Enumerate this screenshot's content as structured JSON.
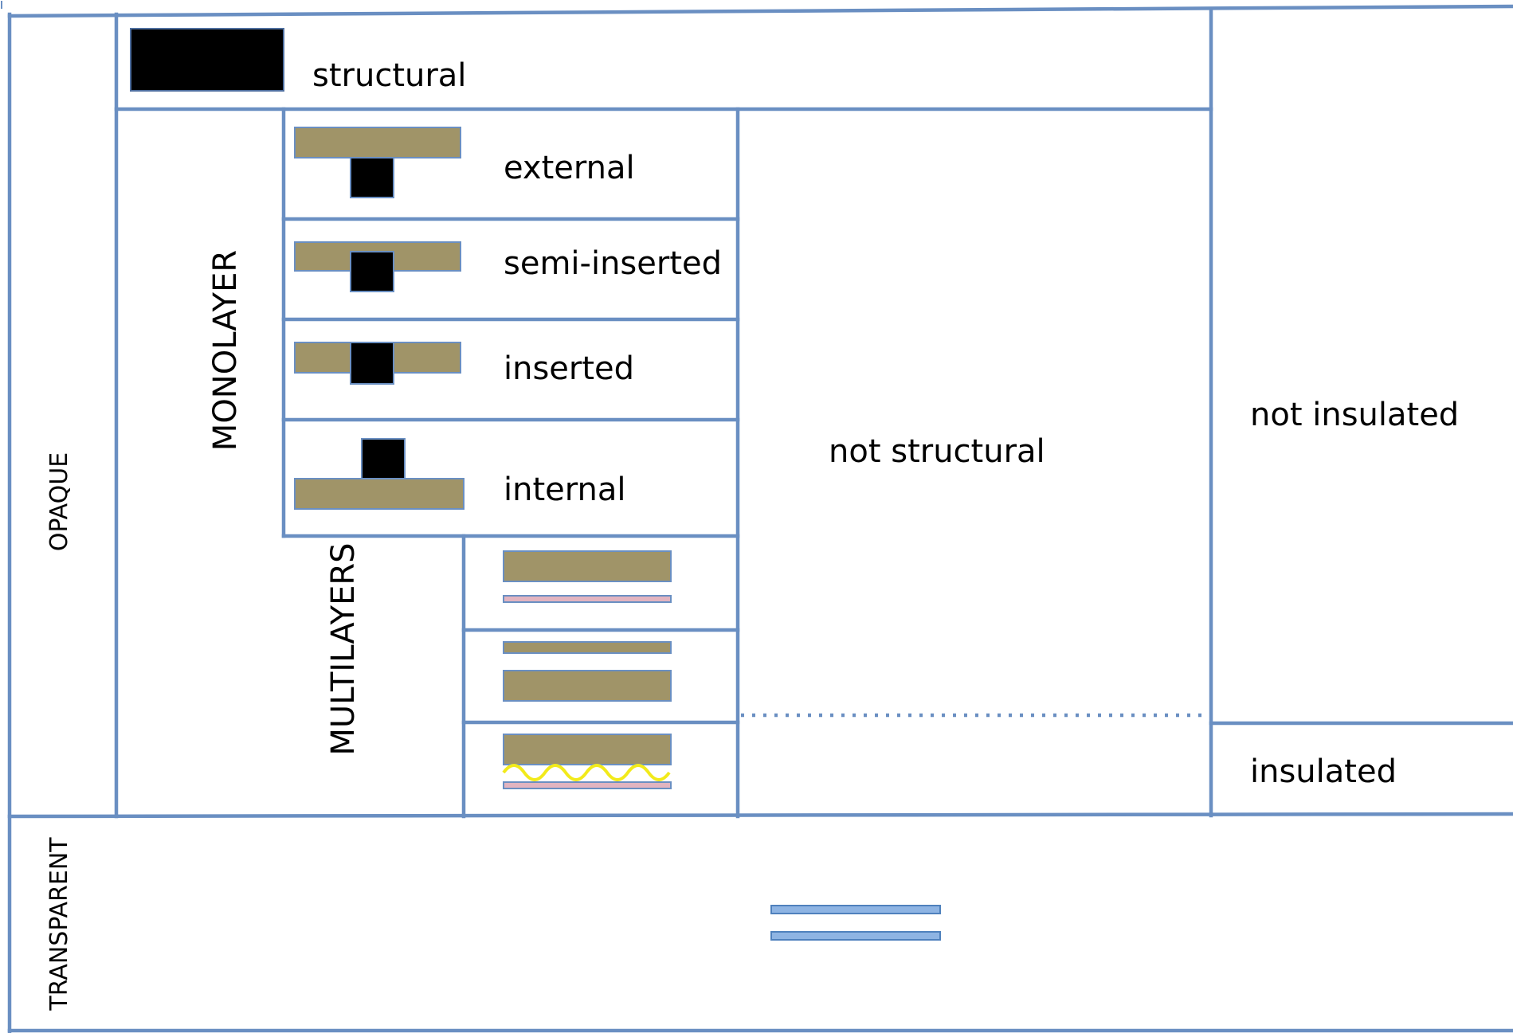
{
  "categories": {
    "opaque": "OPAQUE",
    "transparent": "TRANSPARENT",
    "monolayer": "MONOLAYER",
    "multilayers": "MULTILAYERS"
  },
  "structure": {
    "structural": "structural",
    "not_structural": "not structural"
  },
  "monolayer_types": [
    {
      "label": "external"
    },
    {
      "label": "semi-inserted"
    },
    {
      "label": "inserted"
    },
    {
      "label": "internal"
    }
  ],
  "insulation": {
    "not_insulated": "not insulated",
    "insulated": "insulated"
  },
  "colors": {
    "grid_line": "#6a8fc2",
    "layer_fill": "#a09468",
    "structure_fill": "#000000",
    "membrane_fill": "#e2b4c0",
    "insulation_wave": "#f2ea1a",
    "glass_fill": "#8eb4e3",
    "glass_stroke": "#4f81bd"
  }
}
